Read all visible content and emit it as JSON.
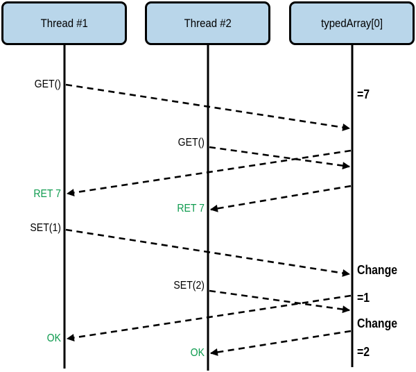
{
  "diagram": {
    "type": "sequence-diagram",
    "actors": [
      {
        "id": "thread1",
        "label": "Thread #1"
      },
      {
        "id": "thread2",
        "label": "Thread #2"
      },
      {
        "id": "typedarray",
        "label": "typedArray[0]"
      }
    ],
    "messages": [
      {
        "from": "Thread #1",
        "to": "typedArray[0]",
        "label": "GET()",
        "kind": "call"
      },
      {
        "from": "Thread #2",
        "to": "typedArray[0]",
        "label": "GET()",
        "kind": "call"
      },
      {
        "from": "typedArray[0]",
        "to": "Thread #1",
        "label": "RET 7",
        "kind": "return"
      },
      {
        "from": "typedArray[0]",
        "to": "Thread #2",
        "label": "RET 7",
        "kind": "return"
      },
      {
        "from": "Thread #1",
        "to": "typedArray[0]",
        "label": "SET(1)",
        "kind": "call"
      },
      {
        "from": "Thread #2",
        "to": "typedArray[0]",
        "label": "SET(2)",
        "kind": "call"
      },
      {
        "from": "typedArray[0]",
        "to": "Thread #1",
        "label": "OK",
        "kind": "return"
      },
      {
        "from": "typedArray[0]",
        "to": "Thread #2",
        "label": "OK",
        "kind": "return"
      }
    ],
    "notes": [
      {
        "text": "=7"
      },
      {
        "text": "Change"
      },
      {
        "text": "=1"
      },
      {
        "text": "Change"
      },
      {
        "text": "=2"
      }
    ],
    "colors": {
      "box_fill": "#b9d6ea",
      "box_border": "#000000",
      "line": "#000000",
      "return_label_green": "#0f9b4f"
    }
  }
}
